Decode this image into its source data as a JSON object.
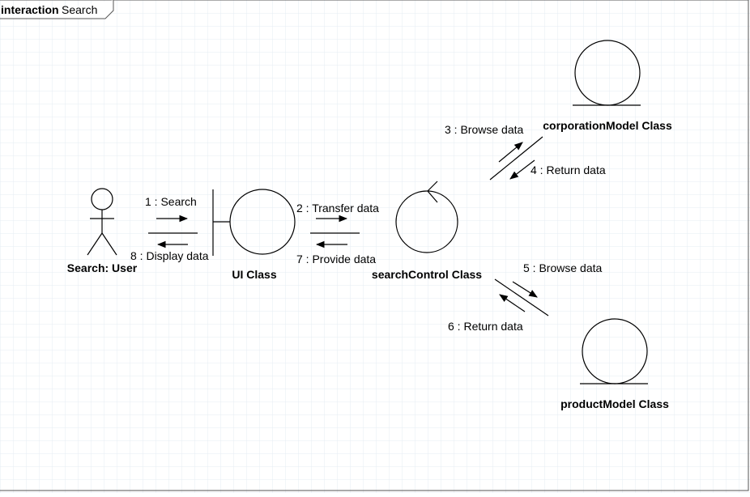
{
  "frame": {
    "keyword": "interaction",
    "name": "Search"
  },
  "lifelines": {
    "user": "Search: User",
    "ui": "UI Class",
    "control": "searchControl Class",
    "corporation": "corporationModel Class",
    "product": "productModel Class"
  },
  "messages": {
    "m1": "1 : Search",
    "m2": "2 : Transfer data",
    "m3": "3 : Browse data",
    "m4": "4 : Return data",
    "m5": "5 : Browse data",
    "m6": "6 : Return data",
    "m7": "7 : Provide data",
    "m8": "8 : Display data"
  },
  "colors": {
    "grid": "#e6ecf3",
    "line": "#000000",
    "background": "#ffffff"
  }
}
